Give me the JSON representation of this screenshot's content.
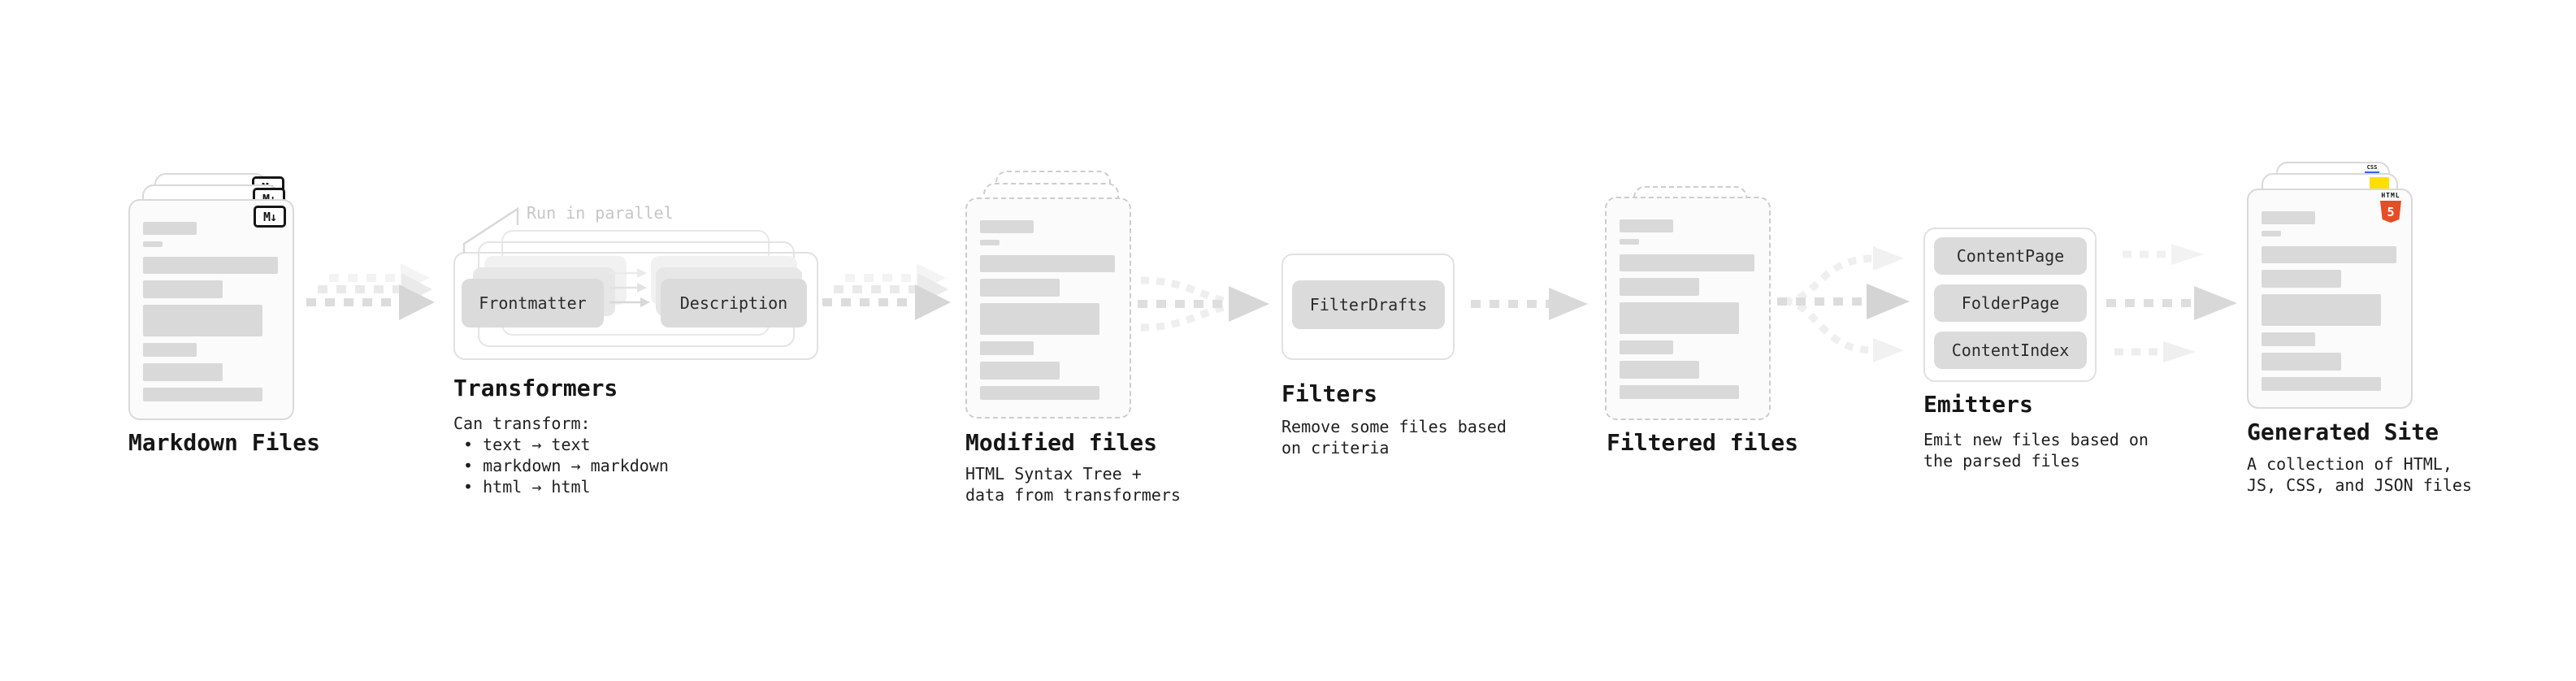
{
  "nodes": {
    "markdown": {
      "title": "Markdown Files",
      "badge": "M↓"
    },
    "transformers": {
      "title": "Transformers",
      "callout": "Run in parallel",
      "box_frontmatter": "Frontmatter",
      "box_description": "Description",
      "details": "Can transform:\n • text → text\n • markdown → markdown\n • html → html"
    },
    "modified": {
      "title": "Modified files",
      "subtitle": "HTML Syntax Tree +\ndata from transformers"
    },
    "filters": {
      "title": "Filters",
      "box_filterdrafts": "FilterDrafts",
      "subtitle": "Remove some files based\non criteria"
    },
    "filtered": {
      "title": "Filtered files"
    },
    "emitters": {
      "title": "Emitters",
      "boxes": [
        "ContentPage",
        "FolderPage",
        "ContentIndex"
      ],
      "subtitle": "Emit new files based on\nthe parsed files"
    },
    "generated": {
      "title": "Generated Site",
      "subtitle": "A collection of HTML,\nJS, CSS, and JSON files",
      "html5_badge_top": "HTML",
      "html5_badge_number": "5",
      "css_badge": "CSS"
    }
  },
  "colors": {
    "html5_orange": "#e44d26",
    "js_yellow": "#ffdf00",
    "css_blue": "#2965f1",
    "placeholder_gray": "#d9d9d9",
    "process_box_gray": "#dbdbdb",
    "callout_muted": "#c6c6c6",
    "arrow_gray": "#d8d8d8"
  }
}
